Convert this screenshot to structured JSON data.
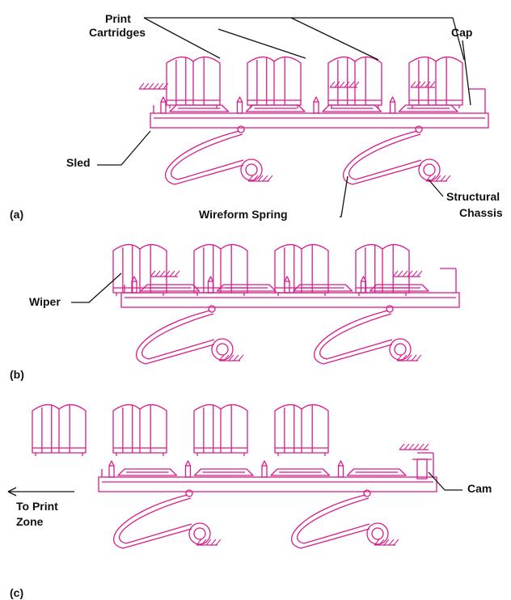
{
  "colors": {
    "line": "#d81b8c",
    "leader": "#111111",
    "text": "#111111"
  },
  "labels": {
    "print": "Print",
    "cartridges": "Cartridges",
    "cap": "Cap",
    "sled": "Sled",
    "wireform_spring": "Wireform Spring",
    "structural": "Structural",
    "chassis": "Chassis",
    "wiper": "Wiper",
    "to_print": "To Print",
    "zone": "Zone",
    "cam": "Cam"
  },
  "panels": [
    {
      "label": "(a)"
    },
    {
      "label": "(b)"
    },
    {
      "label": "(c)"
    }
  ]
}
